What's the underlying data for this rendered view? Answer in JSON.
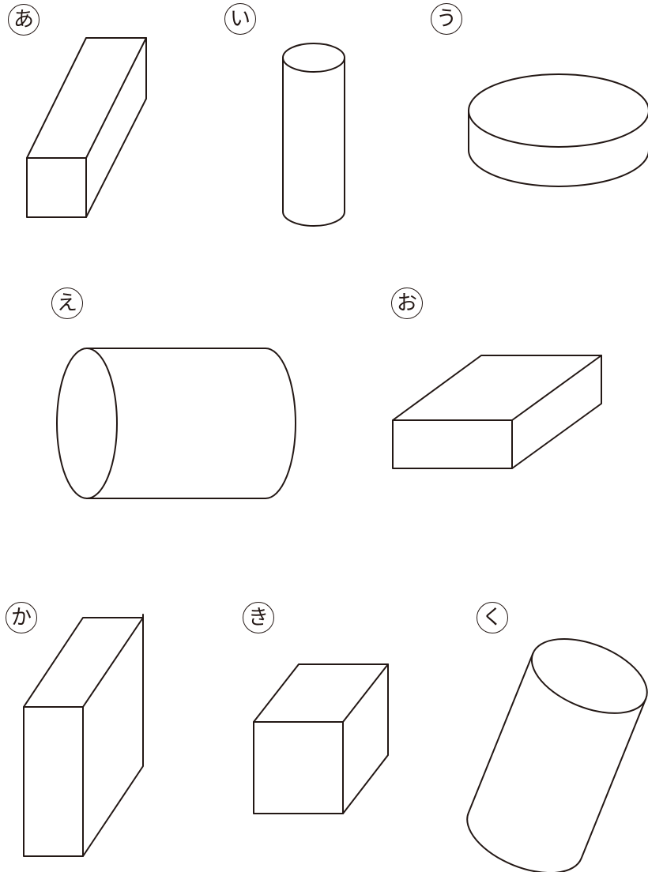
{
  "labels": {
    "a": "あ",
    "i": "い",
    "u": "う",
    "e": "え",
    "o": "お",
    "ka": "か",
    "ki": "き",
    "ku": "く"
  },
  "colors": {
    "stroke": "#231815",
    "background": "#ffffff"
  }
}
